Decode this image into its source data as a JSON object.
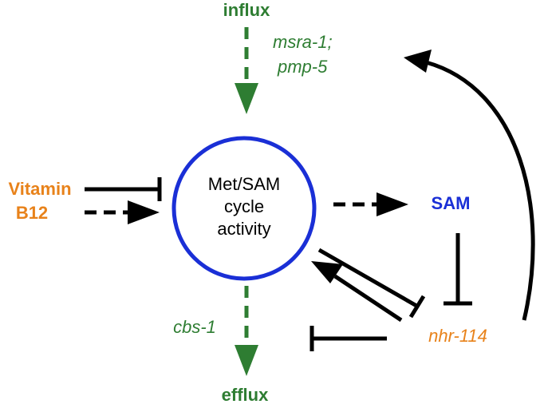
{
  "nodes": {
    "influx": "influx",
    "efflux": "efflux",
    "vitamin_line1": "Vitamin",
    "vitamin_line2": "B12",
    "cycle_line1": "Met/SAM",
    "cycle_line2": "cycle",
    "cycle_line3": "activity",
    "sam": "SAM",
    "nhr": "nhr-114"
  },
  "genes": {
    "influx_line1": "msra-1;",
    "influx_line2": "pmp-5",
    "efflux_gene": "cbs-1"
  },
  "colors": {
    "green": "#2e7d32",
    "orange": "#e8821a",
    "blue": "#1a2fd6",
    "black": "#000000"
  }
}
